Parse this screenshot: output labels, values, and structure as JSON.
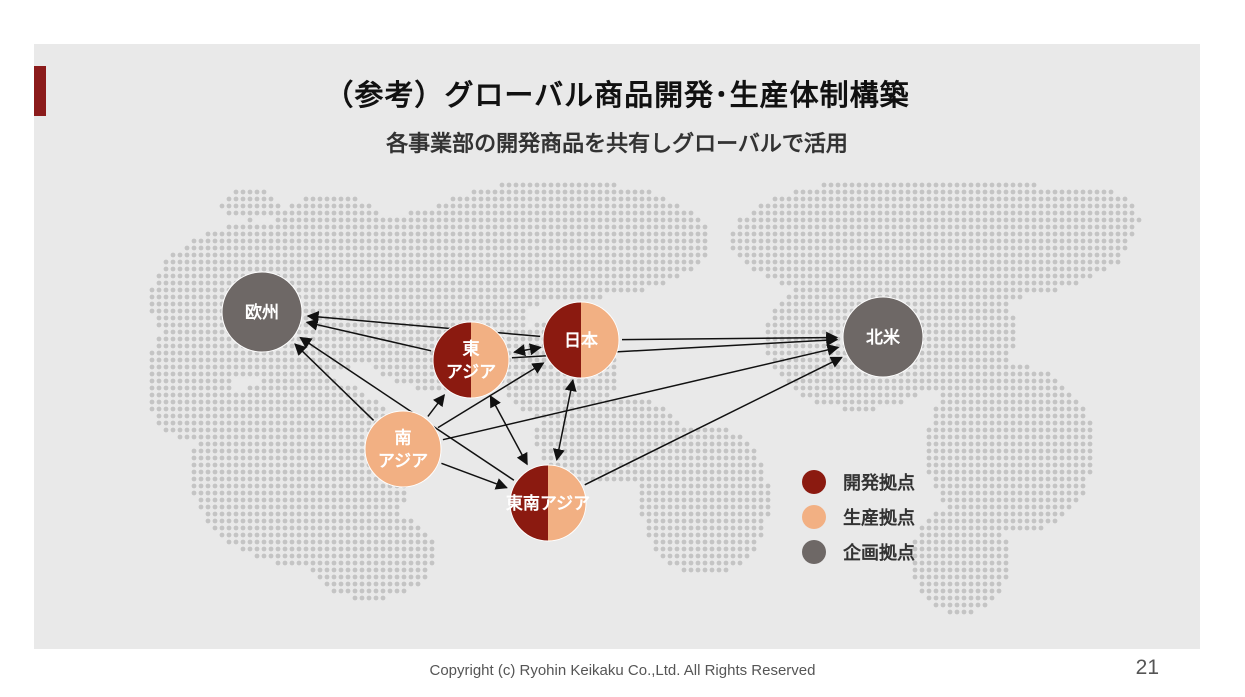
{
  "slide": {
    "title": "（参考）グローバル商品開発･生産体制構築",
    "subtitle": "各事業部の開発商品を共有しグローバルで活用",
    "footer": "Copyright (c) Ryohin Keikaku Co.,Ltd. All Rights Reserved",
    "page_number": "21"
  },
  "colors": {
    "development": "#8b1a10",
    "production": "#f2b083",
    "planning": "#6e6866",
    "panel": "#e9e9e9",
    "map_dot": "#c4c4c4",
    "accent": "#8b1b1b"
  },
  "nodes": {
    "europe": {
      "label": "欧州",
      "roles": [
        "planning"
      ]
    },
    "japan": {
      "label": "日本",
      "roles": [
        "development",
        "production"
      ]
    },
    "east_asia": {
      "label": "東\nアジア",
      "roles": [
        "development",
        "production"
      ]
    },
    "south_asia": {
      "label": "南\nアジア",
      "roles": [
        "production"
      ]
    },
    "southeast_asia": {
      "label": "東南アジア",
      "roles": [
        "development",
        "production"
      ]
    },
    "north_america": {
      "label": "北米",
      "roles": [
        "planning"
      ]
    }
  },
  "edges": [
    {
      "from": "japan",
      "to": "europe"
    },
    {
      "from": "east_asia",
      "to": "europe"
    },
    {
      "from": "south_asia",
      "to": "europe"
    },
    {
      "from": "southeast_asia",
      "to": "europe"
    },
    {
      "from": "east_asia",
      "to": "north_america"
    },
    {
      "from": "japan",
      "to": "north_america"
    },
    {
      "from": "south_asia",
      "to": "north_america"
    },
    {
      "from": "southeast_asia",
      "to": "north_america"
    },
    {
      "from": "japan",
      "to": "east_asia",
      "bidirectional": true
    },
    {
      "from": "south_asia",
      "to": "east_asia"
    },
    {
      "from": "south_asia",
      "to": "japan"
    },
    {
      "from": "south_asia",
      "to": "southeast_asia"
    },
    {
      "from": "japan",
      "to": "southeast_asia",
      "bidirectional": true
    },
    {
      "from": "east_asia",
      "to": "southeast_asia",
      "bidirectional": true
    }
  ],
  "legend": [
    {
      "label": "開発拠点",
      "color": "#8b1a10"
    },
    {
      "label": "生産拠点",
      "color": "#f2b083"
    },
    {
      "label": "企画拠点",
      "color": "#6e6866"
    }
  ]
}
